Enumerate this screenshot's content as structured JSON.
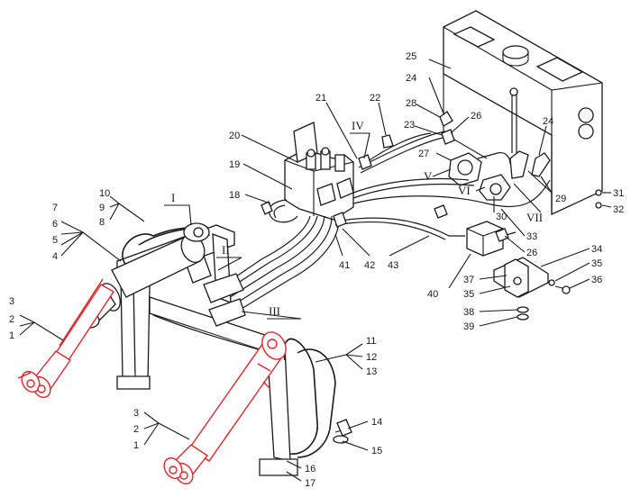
{
  "diagram": {
    "callouts": {
      "c1a": "1",
      "c2a": "2",
      "c3a": "3",
      "c4": "4",
      "c5": "5",
      "c6": "6",
      "c7": "7",
      "c8": "8",
      "c9": "9",
      "c10": "10",
      "c11": "11",
      "c12": "12",
      "c13": "13",
      "c14": "14",
      "c15": "15",
      "c16": "16",
      "c17": "17",
      "c1b": "1",
      "c2b": "2",
      "c3b": "3",
      "c18": "18",
      "c19": "19",
      "c20": "20",
      "c21": "21",
      "c22": "22",
      "c23": "23",
      "c24a": "24",
      "c24b": "24",
      "c25": "25",
      "c26a": "26",
      "c26b": "26",
      "c27": "27",
      "c28": "28",
      "c29": "29",
      "c30": "30",
      "c31": "31",
      "c32": "32",
      "c33": "33",
      "c34": "34",
      "c35a": "35",
      "c35b": "35",
      "c36": "36",
      "c37": "37",
      "c38": "38",
      "c39": "39",
      "c40": "40",
      "c41": "41",
      "c42": "42",
      "c43": "43"
    },
    "sections": {
      "s1": "I",
      "s2": "II",
      "s3": "III",
      "s4": "IV",
      "s5": "V",
      "s6": "VI",
      "s7": "VII"
    },
    "colors": {
      "line": "#1a1a1a",
      "highlight": "#e0262a",
      "background": "#ffffff"
    }
  }
}
